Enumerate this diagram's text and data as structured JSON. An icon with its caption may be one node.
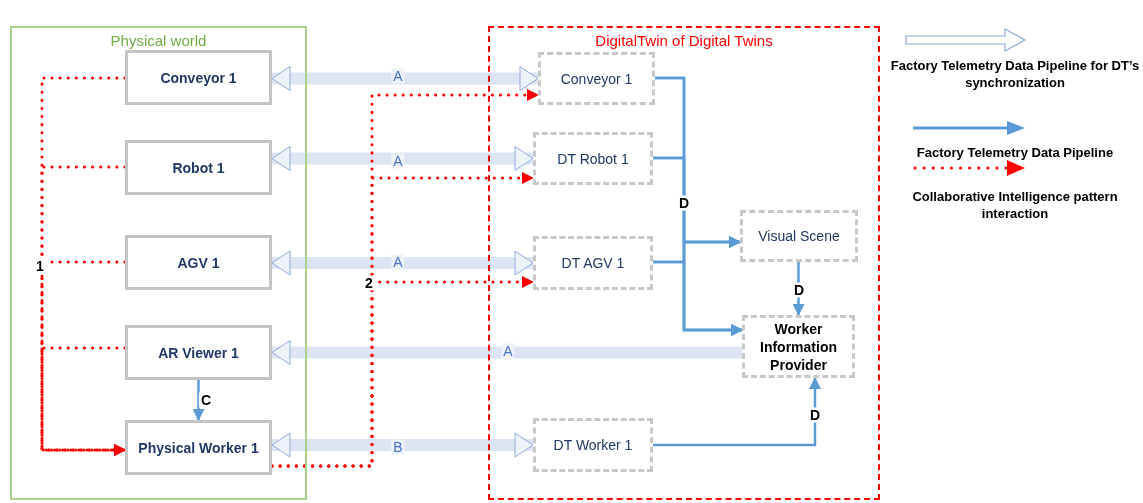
{
  "diagram": {
    "nodes": [
      {
        "text": [
          "Physical world"
        ]
      },
      {
        "text": [
          "Conveyor 1"
        ],
        "in": 0
      },
      {
        "text": [
          "Robot 1"
        ],
        "in": 0
      },
      {
        "text": [
          "AGV 1"
        ],
        "in": 0
      },
      {
        "text": [
          "AR Viewer 1"
        ],
        "in": 0
      },
      {
        "text": [
          "Physical Worker 1"
        ],
        "in": 0
      },
      {
        "text": [
          "DigitalTwin of Digital Twins"
        ]
      },
      {
        "text": [
          "Conveyor 1"
        ],
        "in": 6
      },
      {
        "text": [
          "DT Robot 1"
        ],
        "in": 6
      },
      {
        "text": [
          "DT AGV 1"
        ],
        "in": 6
      },
      {
        "text": [
          "Visual Scene"
        ],
        "in": 6
      },
      {
        "text": [
          "Worker Information Provider"
        ],
        "in": 6
      },
      {
        "text": [
          "DT Worker 1"
        ],
        "in": 6
      }
    ],
    "edges": [
      {
        "from": 1,
        "to": 7,
        "arrow": "both",
        "label": "A",
        "style": "thick",
        "color": "#8faadc"
      },
      {
        "from": 2,
        "to": 8,
        "arrow": "both",
        "label": "A",
        "style": "thick",
        "color": "#8faadc"
      },
      {
        "from": 3,
        "to": 9,
        "arrow": "both",
        "label": "A",
        "style": "thick",
        "color": "#8faadc"
      },
      {
        "from": 11,
        "to": 4,
        "arrow": "to",
        "label": "A",
        "style": "thick",
        "color": "#8faadc"
      },
      {
        "from": 5,
        "to": 12,
        "arrow": "both",
        "label": "B",
        "style": "thick",
        "color": "#8faadc"
      },
      {
        "from": 4,
        "to": 5,
        "arrow": "to",
        "label": "C"
      },
      {
        "from": 7,
        "to": 10,
        "arrow": "to",
        "label": "D"
      },
      {
        "from": 7,
        "to": 11,
        "arrow": "to"
      },
      {
        "from": 8,
        "to": 10,
        "arrow": "to"
      },
      {
        "from": 8,
        "to": 11,
        "arrow": "to"
      },
      {
        "from": 9,
        "to": 10,
        "arrow": "to"
      },
      {
        "from": 9,
        "to": 11,
        "arrow": "to"
      },
      {
        "from": 10,
        "to": 11,
        "arrow": "to",
        "label": "D"
      },
      {
        "from": 12,
        "to": 11,
        "arrow": "to",
        "label": "D"
      },
      {
        "from": 1,
        "to": 5,
        "arrow": "to",
        "style": "dashed",
        "color": "#ff0000"
      },
      {
        "from": 2,
        "to": 5,
        "arrow": "to",
        "style": "dashed",
        "color": "#ff0000"
      },
      {
        "from": 3,
        "to": 5,
        "arrow": "to",
        "label": "1",
        "style": "dashed",
        "color": "#ff0000"
      },
      {
        "from": 4,
        "to": 5,
        "arrow": "to",
        "style": "dashed",
        "color": "#ff0000"
      },
      {
        "from": 5,
        "to": 7,
        "arrow": "to",
        "style": "dashed",
        "color": "#ff0000"
      },
      {
        "from": 5,
        "to": 8,
        "arrow": "to",
        "style": "dashed",
        "color": "#ff0000"
      },
      {
        "from": 5,
        "to": 9,
        "arrow": "to",
        "label": "2",
        "style": "dashed",
        "color": "#ff0000"
      }
    ],
    "legend": [
      {
        "text": "Factory Telemetry Data Pipeline for DT’s synchronization"
      },
      {
        "text": "Factory Telemetry Data Pipeline"
      },
      {
        "text": "Collaborative Intelligence pattern interaction"
      }
    ]
  }
}
